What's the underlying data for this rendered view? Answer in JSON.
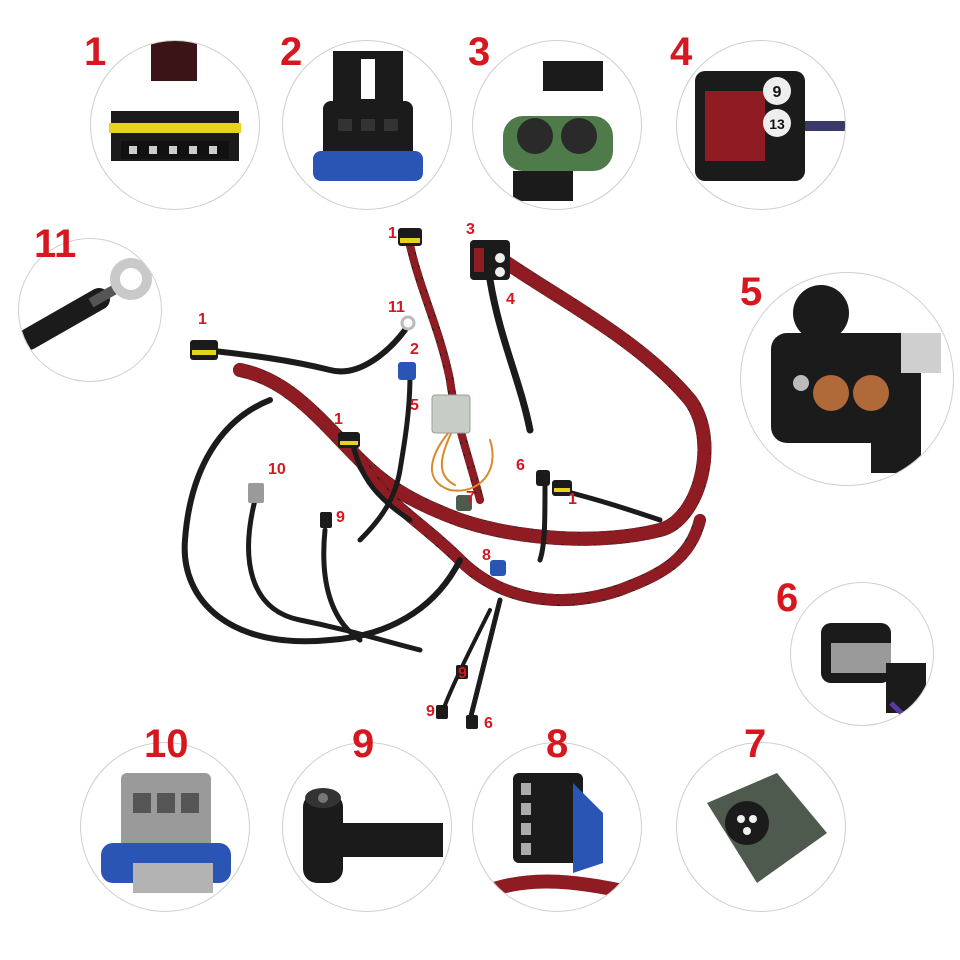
{
  "callouts": {
    "c1": "1",
    "c2": "2",
    "c3": "3",
    "c4": "4",
    "c5": "5",
    "c6": "6",
    "c7": "7",
    "c8": "8",
    "c9": "9",
    "c10": "10",
    "c11": "11"
  },
  "harness_labels": {
    "l1a": "1",
    "l1b": "1",
    "l1c": "1",
    "l1d": "1",
    "l2": "2",
    "l3": "3",
    "l4": "4",
    "l5": "5",
    "l6a": "6",
    "l6b": "6",
    "l7": "7",
    "l8": "8",
    "l9a": "9",
    "l9b": "9",
    "l9c": "9",
    "l10": "10",
    "l11": "11"
  },
  "connector4_badges": {
    "top": "9",
    "bottom": "13"
  },
  "colors": {
    "label_red": "#d7171f",
    "wire_black": "#1b1b1b",
    "wire_red": "#8e1c22",
    "connector_yellow": "#e6d21a",
    "seal_blue": "#2b55b5",
    "seal_green": "#4f7a4a",
    "seal_grey": "#9a9a9a"
  }
}
